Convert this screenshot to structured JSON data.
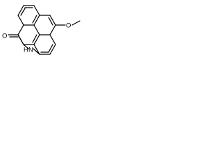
{
  "molecule": {
    "atoms": {
      "oxygen_carbonyl": "O",
      "nitrogen_amide": "N",
      "hydrogen_amide": "H",
      "oxygen_methoxy": "O"
    }
  },
  "colors": {
    "ink": "#000000",
    "background": "#ffffff"
  }
}
